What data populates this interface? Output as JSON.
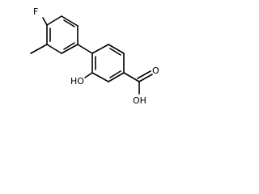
{
  "molecule": {
    "atoms": {
      "fluorine": "F",
      "hydroxyl": "HO",
      "carbonyl_oxygen": "O",
      "acid_hydroxyl": "OH"
    }
  }
}
